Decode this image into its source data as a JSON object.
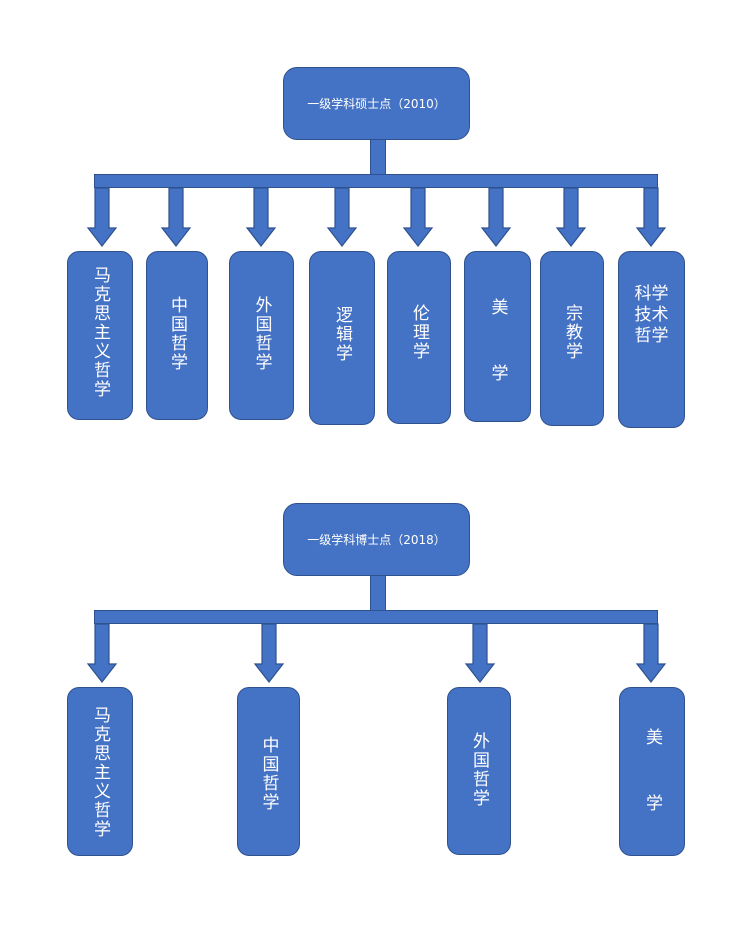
{
  "chart_1": {
    "root_label": "一级学科硕士点（2010）",
    "children": [
      "马克思主义哲学",
      "中国哲学",
      "外国哲学",
      "逻辑学",
      "伦理学",
      "美　学",
      "宗教学",
      "科学技术哲学"
    ]
  },
  "chart_2": {
    "root_label": "一级学科博士点（2018）",
    "children": [
      "马克思主义哲学",
      "中国哲学",
      "外国哲学",
      "美　学"
    ]
  },
  "colors": {
    "fill": "#4472c4",
    "stroke": "#2f528f",
    "text": "#ffffff"
  }
}
